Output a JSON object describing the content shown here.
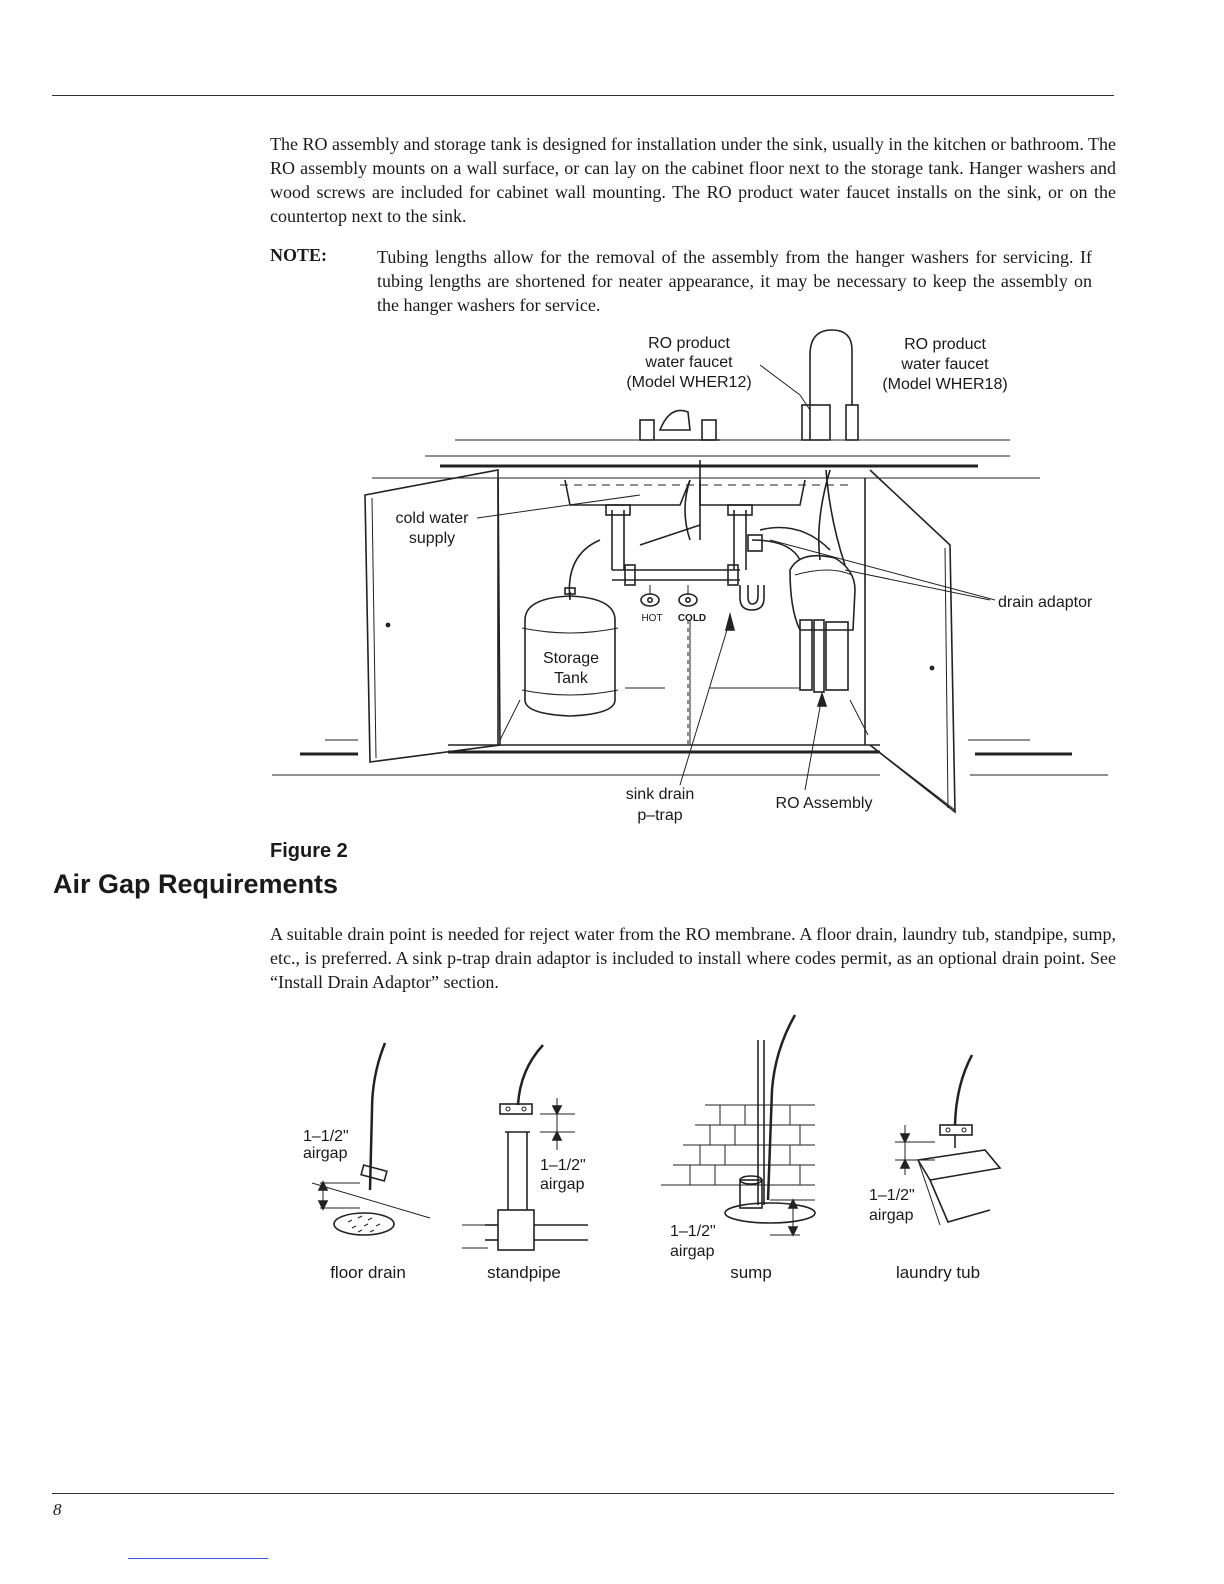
{
  "intro_paragraph": "The RO assembly and storage tank is designed for installation under the sink, usually in the kitchen or bathroom. The RO assembly mounts on a wall surface, or can lay on the cabinet floor next to the storage tank. Hanger washers and wood screws are included for cabinet wall mounting. The RO product water faucet installs on the sink, or on the countertop next to the sink.",
  "note": {
    "label": "NOTE:",
    "text": "Tubing lengths allow for the removal of the assembly from the hanger washers for servicing. If tubing lengths are shortened for neater appearance, it may be necessary to keep the assembly on the hanger washers for service."
  },
  "figure2": {
    "label_faucet_left_1": "RO product",
    "label_faucet_left_2": "water faucet",
    "label_faucet_left_3": "(Model WHER12)",
    "label_faucet_right_1": "RO product",
    "label_faucet_right_2": "water faucet",
    "label_faucet_right_3": "(Model WHER18)",
    "label_cold_1": "cold water",
    "label_cold_2": "supply",
    "label_drain_adaptor": "drain adaptor",
    "label_hot": "HOT",
    "label_cold_valve": "COLD",
    "label_tank_1": "Storage",
    "label_tank_2": "Tank",
    "label_sink_drain_1": "sink drain",
    "label_sink_drain_2": "p–trap",
    "label_ro_assembly": "RO Assembly",
    "caption": "Figure 2"
  },
  "section_title": "Air Gap Requirements",
  "airgap_paragraph": "A suitable drain point is needed for reject water from the RO membrane. A floor drain, laundry tub, standpipe, sump, etc., is preferred. A sink p-trap drain adaptor is included to install where codes permit, as an optional drain point. See “Install Drain Adaptor” section.",
  "airgap_diagram": {
    "measure": "1–1/2\"",
    "airgap": "airgap",
    "floor_drain": "floor drain",
    "standpipe": "standpipe",
    "sump": "sump",
    "laundry_tub": "laundry tub"
  },
  "page_number": "8"
}
